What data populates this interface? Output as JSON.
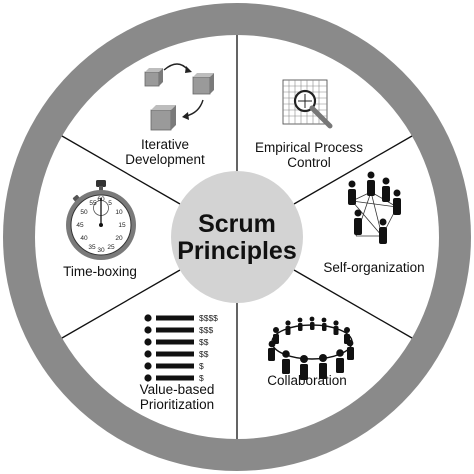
{
  "colors": {
    "outer_ring": "#8a8a8a",
    "inner_disc": "#ffffff",
    "center_circle": "#d3d3d3",
    "lines": "#111111"
  },
  "center": {
    "line1": "Scrum",
    "line2": "Principles"
  },
  "principles": [
    {
      "id": "iterative-development",
      "label_lines": [
        "Iterative",
        "Development"
      ],
      "icon": "cubes-cycle-icon"
    },
    {
      "id": "empirical-process-control",
      "label_lines": [
        "Empirical Process",
        "Control"
      ],
      "icon": "magnifier-grid-icon"
    },
    {
      "id": "self-organization",
      "label_lines": [
        "Self-organization"
      ],
      "icon": "people-network-icon"
    },
    {
      "id": "collaboration",
      "label_lines": [
        "Collaboration"
      ],
      "icon": "people-circle-icon"
    },
    {
      "id": "value-based-prioritization",
      "label_lines": [
        "Value-based",
        "Prioritization"
      ],
      "icon": "priority-list-icon"
    },
    {
      "id": "time-boxing",
      "label_lines": [
        "Time-boxing"
      ],
      "icon": "stopwatch-icon"
    }
  ],
  "stopwatch_dial": [
    "55",
    "60",
    "5",
    "50",
    "10",
    "45",
    "15",
    "40",
    "20",
    "35",
    "30",
    "25"
  ],
  "priority_marks": [
    "$$$$",
    "$$$",
    "$$",
    "$$",
    "$",
    "$"
  ]
}
